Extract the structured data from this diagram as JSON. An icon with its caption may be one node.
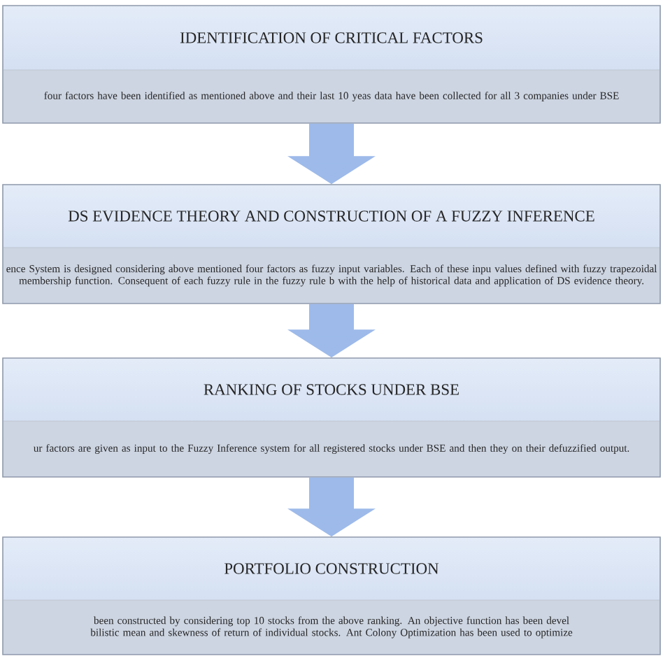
{
  "diagram": {
    "nodes": [
      {
        "text": [
          "IDENTIFICATION OF CRITICAL FACTORS",
          "four factors have been identified as mentioned above and their last 10 yeas data have been collected for all 3 companies under BSE"
        ]
      },
      {
        "text": [
          "DS EVIDENCE THEORY AND CONSTRUCTION OF A FUZZY INFERENCE",
          "ence System is designed considering above mentioned four factors as fuzzy input variables. Each of these inpu values defined with fuzzy trapezoidal membership function. Consequent of each fuzzy rule in the fuzzy rule b with the help of historical data and application of DS evidence theory."
        ]
      },
      {
        "text": [
          "RANKING OF STOCKS UNDER BSE",
          "ur factors are given as input to the Fuzzy Inference system for all registered stocks under BSE and then they on their defuzzified output."
        ]
      },
      {
        "text": [
          "PORTFOLIO CONSTRUCTION",
          "been constructed by considering top 10 stocks from the above ranking. An objective function has been devel bilistic mean and skewness of return of individual stocks. Ant Colony Optimization has been used to optimize"
        ]
      }
    ],
    "edges": [
      {
        "from": 0,
        "to": 1,
        "arrow": "to"
      },
      {
        "from": 1,
        "to": 2,
        "arrow": "to"
      },
      {
        "from": 2,
        "to": 3,
        "arrow": "to"
      }
    ]
  }
}
